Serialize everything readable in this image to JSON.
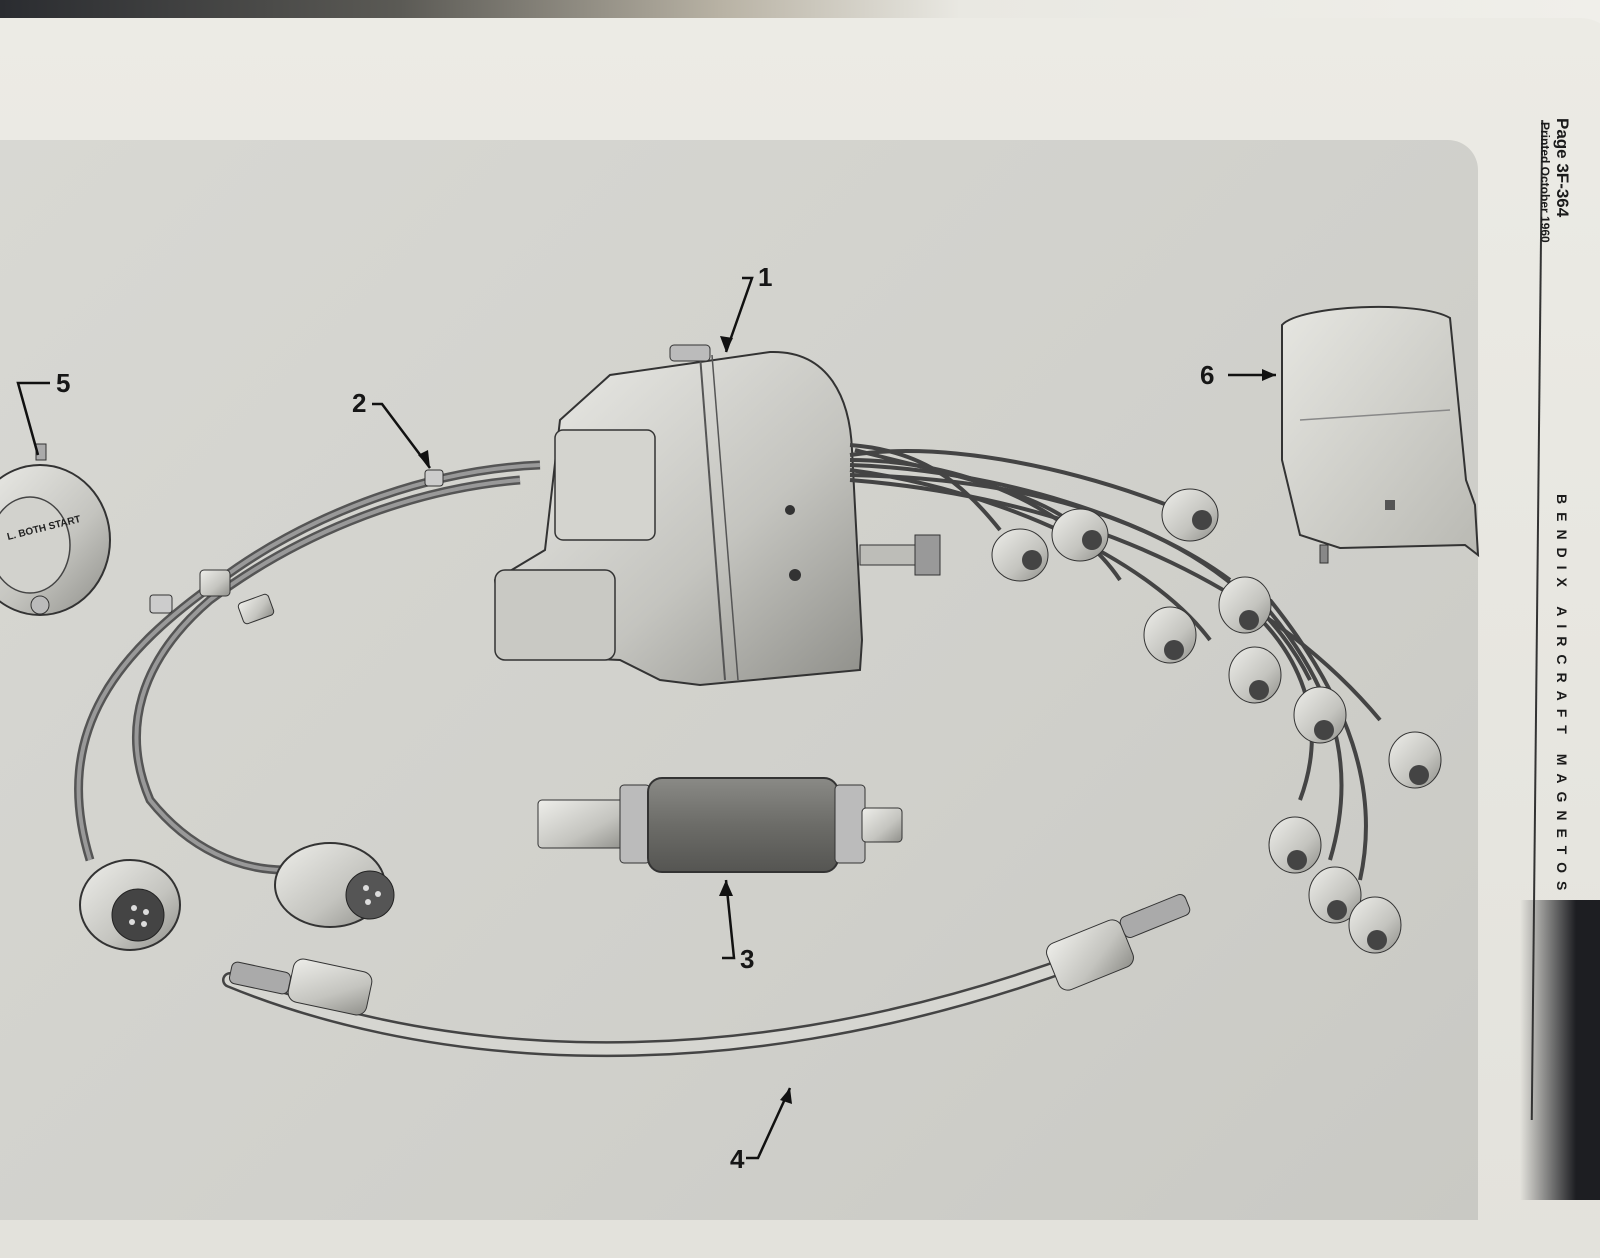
{
  "header": {
    "page_number": "Page 3F-364",
    "printed_date": "Printed October 1960",
    "manual_title": "BENDIX AIRCRAFT MAGNETOS"
  },
  "switch_label": "L. BOTH START",
  "callouts": {
    "c1": "1",
    "c2": "2",
    "c3": "3",
    "c4": "4",
    "c5": "5",
    "c6": "6"
  }
}
